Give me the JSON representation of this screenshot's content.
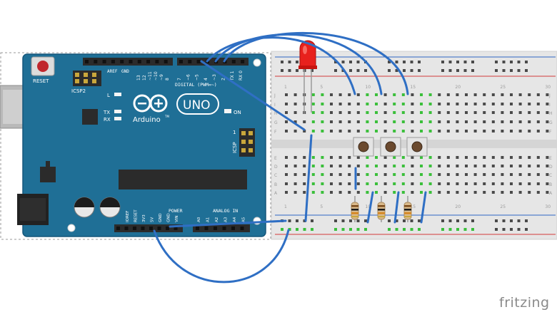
{
  "board": {
    "reset_label": "RESET",
    "icsp2_label": "ICSP2",
    "icsp_label": "ICSP",
    "l_label": "L",
    "tx_label": "TX",
    "rx_label": "RX",
    "on_label": "ON",
    "logo_label": "Arduino",
    "tm_label": "TM",
    "model_label": "UNO",
    "digital_label": "DIGITAL (PWM=~)",
    "power_label": "POWER",
    "analog_label": "ANALOG IN",
    "one_label": "1",
    "aref_label": "AREF",
    "gnd_top_label": "GND",
    "digital_pins": [
      "13",
      "12",
      "~11",
      "~10",
      "~9",
      "8",
      "7",
      "~6",
      "~5",
      "4",
      "~3",
      "2",
      "TX 1",
      "RX 0"
    ],
    "power_pins": [
      "IOREF",
      "RESET",
      "3V3",
      "5V",
      "GND",
      "GND",
      "VIN"
    ],
    "analog_pins": [
      "A0",
      "A1",
      "A2",
      "A3",
      "A4",
      "A5"
    ]
  },
  "breadboard": {
    "row_letters_top": [
      "J",
      "I",
      "H",
      "G",
      "F"
    ],
    "row_letters_bottom": [
      "E",
      "D",
      "C",
      "B",
      "A"
    ],
    "column_numbers": [
      "1",
      "5",
      "10",
      "15",
      "20",
      "25",
      "30"
    ]
  },
  "components": {
    "led_color": "#e8211d",
    "wire_color": "#2f6fc4",
    "board_color": "#1f6f96",
    "buttons": 3,
    "resistors": 3
  },
  "footer": {
    "brand": "fritzing"
  }
}
